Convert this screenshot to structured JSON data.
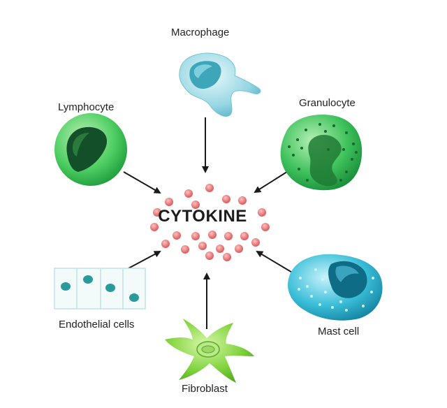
{
  "center": {
    "title": "CYTOKINE"
  },
  "cells": {
    "macrophage": "Macrophage",
    "lymphocyte": "Lymphocyte",
    "granulocyte": "Granulocyte",
    "endothelial": "Endothelial cells",
    "mast": "Mast cell",
    "fibroblast": "Fibroblast"
  },
  "colors": {
    "cytokine_dot": "#e46b6b",
    "macrophage": "#8fd3df",
    "lymphocyte": "#3cc65a",
    "granulocyte": "#2fb24f",
    "mast": "#39b9d4",
    "fibroblast": "#7cd23c",
    "endothelial_nucleus": "#2a9a9a",
    "arrow": "#1a1a1a"
  }
}
